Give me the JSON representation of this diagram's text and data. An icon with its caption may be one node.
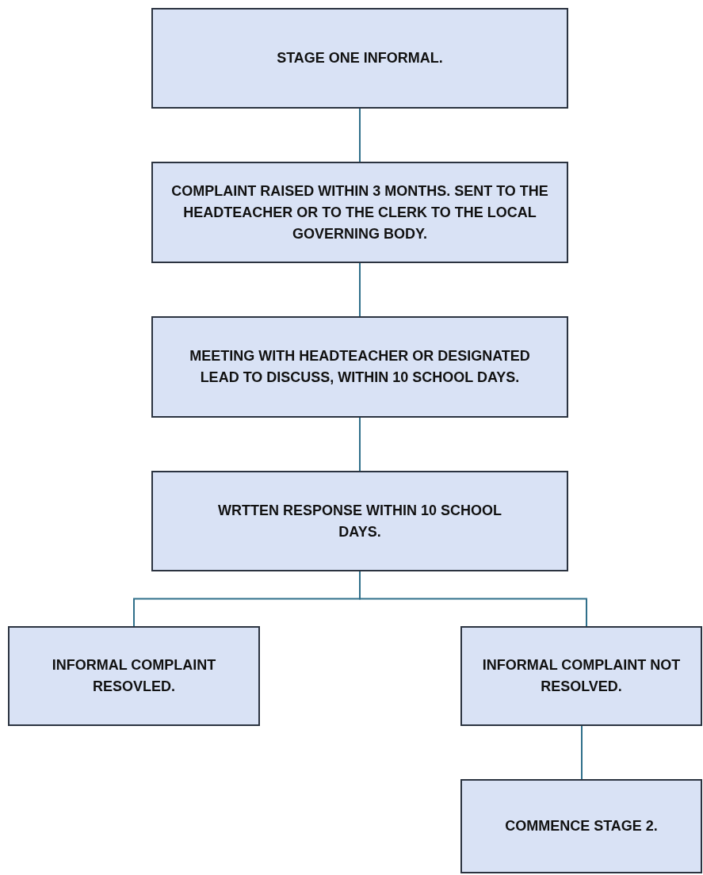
{
  "diagram": {
    "nodes": [
      {
        "text": [
          "STAGE ONE INFORMAL."
        ]
      },
      {
        "text": [
          "COMPLAINT RAISED WITHIN 3 MONTHS. SENT TO THE HEADTEACHER OR TO THE CLERK TO THE LOCAL GOVERNING BODY."
        ]
      },
      {
        "text": [
          "MEETING WITH HEADTEACHER OR DESIGNATED LEAD TO DISCUSS, WITHIN 10 SCHOOL DAYS."
        ]
      },
      {
        "text": [
          "WRTTEN RESPONSE WITHIN 10 SCHOOL DAYS."
        ]
      },
      {
        "text": [
          "INFORMAL COMPLAINT RESOVLED."
        ]
      },
      {
        "text": [
          "INFORMAL COMPLAINT NOT RESOLVED."
        ]
      },
      {
        "text": [
          "COMMENCE STAGE 2."
        ]
      }
    ],
    "edges": [
      {
        "from": 0,
        "to": 1,
        "arrow": "none"
      },
      {
        "from": 1,
        "to": 2,
        "arrow": "none"
      },
      {
        "from": 2,
        "to": 3,
        "arrow": "none"
      },
      {
        "from": 3,
        "to": 4,
        "arrow": "none"
      },
      {
        "from": 3,
        "to": 5,
        "arrow": "none"
      },
      {
        "from": 5,
        "to": 6,
        "arrow": "none"
      }
    ]
  }
}
